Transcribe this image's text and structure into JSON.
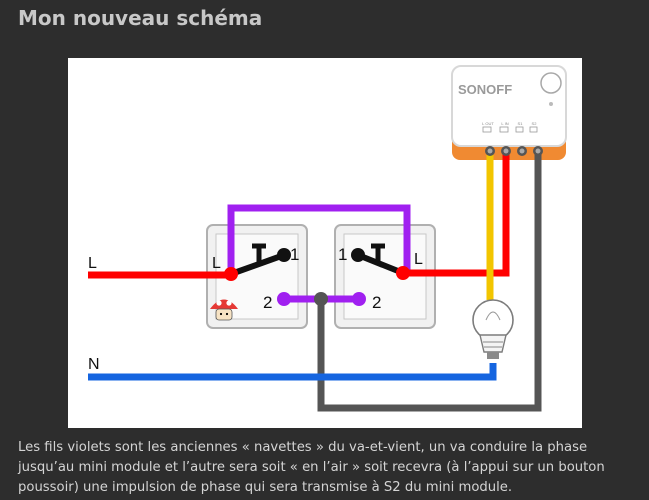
{
  "title": "Mon nouveau schéma",
  "diagram": {
    "labels": {
      "live_line": "L",
      "neutral_line": "N",
      "switch1_l": "L",
      "switch1_t1": "1",
      "switch1_t2": "2",
      "switch2_l": "L",
      "switch2_t1": "1",
      "switch2_t2": "2"
    },
    "module": {
      "brand": "SONOFF",
      "terminals": [
        "L OUT",
        "L IN",
        "S1",
        "S2"
      ]
    },
    "colors": {
      "phase": "#ff0000",
      "neutral": "#1565e0",
      "traveller": "#a020f0",
      "lamp_feed": "#f2c500",
      "s2_return": "#555555",
      "module_accent": "#f08a32"
    },
    "icons": [
      "switch-plate-icon",
      "mushroom-logo-icon",
      "light-bulb-icon",
      "sonoff-module-icon"
    ]
  },
  "caption": "Les fils violets sont les anciennes « navettes » du va-et-vient, un va conduire la phase jusqu’au mini module et l’autre sera soit « en l’air » soit recevra (à l’appui sur un bouton poussoir) une impulsion de phase qui sera transmise à S2 du mini module."
}
